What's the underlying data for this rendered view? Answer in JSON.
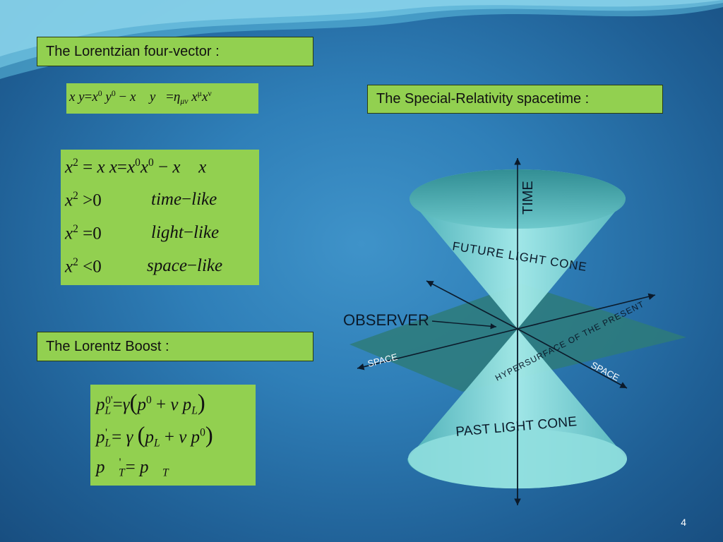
{
  "slide": {
    "page_number": "4",
    "label_lorentzian": "The Lorentzian four-vector :",
    "label_spacetime": "The Special-Relativity spacetime :",
    "label_boost": "The Lorentz Boost :"
  },
  "equations": {
    "inner_product": "x y = x⁰ y⁰ − x⃗ y⃗ = η_μν x^μ x^ν",
    "norm": [
      "x² = x x = x⁰ x⁰ − x⃗ x⃗",
      "x² > 0",
      "x² = 0",
      "x² < 0"
    ],
    "norm_terms": [
      "time − like",
      "light − like",
      "space − like"
    ],
    "boost": [
      "p_L^0' = γ ( p⁰ + v p_L )",
      "p_L^' = γ ( p_L + v p⁰ )",
      "p⃗_T^' = p⃗_T"
    ]
  },
  "diagram": {
    "time_label": "TIME",
    "future_label": "FUTURE LIGHT CONE",
    "past_label": "PAST LIGHT CONE",
    "observer_label": "OBSERVER",
    "space_left_label": "SPACE",
    "space_right_label": "SPACE",
    "hypersurface_label": "HYPERSURFACE  OF  THE  PRESENT"
  },
  "colors": {
    "label_bg": "#92d050",
    "cone": "#7fd3d6",
    "plane": "#2f7c7c",
    "background": "#2f7fb8"
  }
}
